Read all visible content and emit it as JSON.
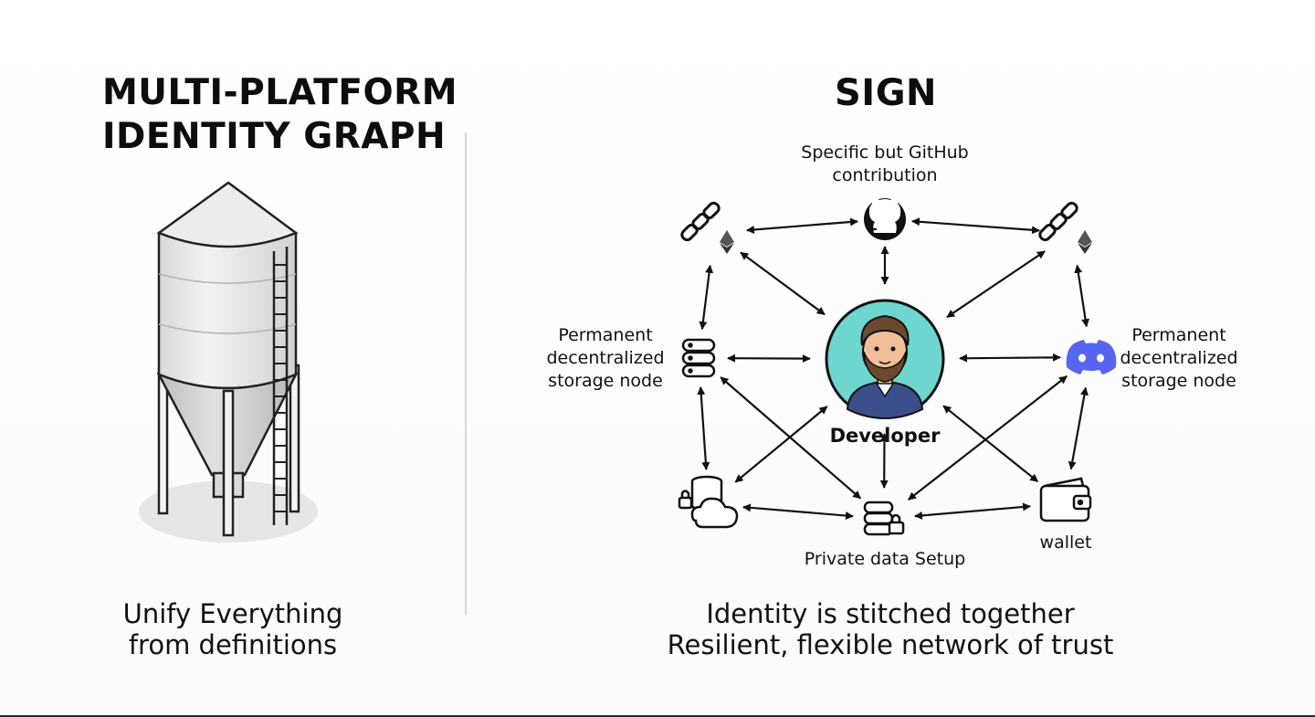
{
  "left_panel": {
    "title": "MULTI-PLATFORM\nIDENTITY GRAPH",
    "illustration_icon": "grain-silo-icon",
    "caption": "Unify Everything\nfrom definitions"
  },
  "right_panel": {
    "title": "SIGN",
    "caption": "Identity is stitched together\nResilient, flexible network of trust",
    "diagram": {
      "center": {
        "label": "Developer",
        "icon": "developer-avatar-icon"
      },
      "nodes": [
        {
          "id": "github",
          "icon": "github-icon",
          "label_lines": [
            "Specific but GitHub",
            "contribution"
          ]
        },
        {
          "id": "chain-left",
          "icon": "chain-link-ethereum-icon",
          "label_lines": []
        },
        {
          "id": "chain-right",
          "icon": "chain-link-ethereum-icon",
          "label_lines": []
        },
        {
          "id": "storage-left",
          "icon": "database-icon",
          "label_lines": [
            "Permanent",
            "decentralized",
            "storage node"
          ]
        },
        {
          "id": "discord",
          "icon": "discord-icon",
          "label_lines": [
            "Permanent",
            "decentralized",
            "storage node"
          ]
        },
        {
          "id": "cloud-lock",
          "icon": "locked-cloud-database-icon",
          "label_lines": []
        },
        {
          "id": "private",
          "icon": "locked-database-icon",
          "label_lines": [
            "Private data Setup"
          ]
        },
        {
          "id": "wallet",
          "icon": "wallet-icon",
          "label_lines": [
            "wallet"
          ]
        }
      ],
      "connections": [
        [
          "chain-left",
          "github"
        ],
        [
          "github",
          "chain-right"
        ],
        [
          "github",
          "center"
        ],
        [
          "chain-left",
          "center"
        ],
        [
          "chain-right",
          "center"
        ],
        [
          "chain-left",
          "storage-left"
        ],
        [
          "chain-right",
          "discord"
        ],
        [
          "storage-left",
          "center"
        ],
        [
          "center",
          "discord"
        ],
        [
          "storage-left",
          "cloud-lock"
        ],
        [
          "discord",
          "wallet"
        ],
        [
          "storage-left",
          "private"
        ],
        [
          "center",
          "cloud-lock"
        ],
        [
          "center",
          "private"
        ],
        [
          "center",
          "wallet"
        ],
        [
          "discord",
          "private"
        ],
        [
          "cloud-lock",
          "private"
        ],
        [
          "private",
          "wallet"
        ]
      ]
    }
  },
  "colors": {
    "text": "#111111",
    "divider": "#d6d6d6",
    "avatar_ring": "#5fd0c9",
    "discord": "#5865f2",
    "arrow": "#111111",
    "silo_body": "#e9e9e9"
  }
}
